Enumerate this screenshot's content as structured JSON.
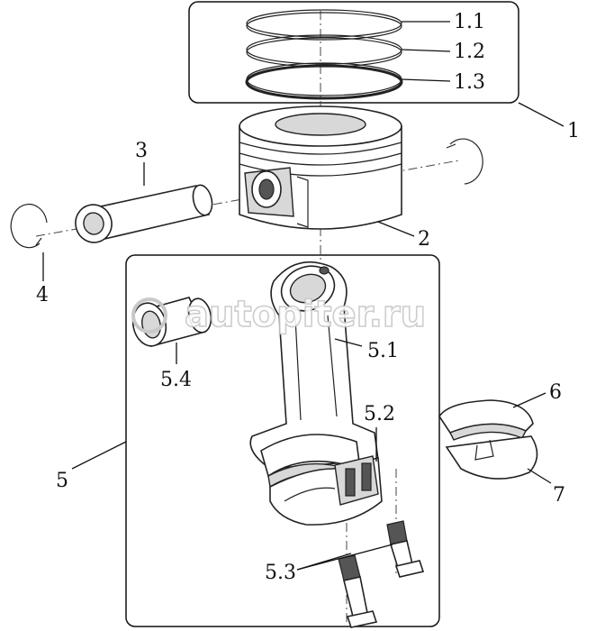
{
  "labels": {
    "l1_1": "1.1",
    "l1_2": "1.2",
    "l1_3": "1.3",
    "l1": "1",
    "l2": "2",
    "l3": "3",
    "l4": "4",
    "l5": "5",
    "l5_1": "5.1",
    "l5_2": "5.2",
    "l5_3": "5.3",
    "l5_4": "5.4",
    "l6": "6",
    "l7": "7"
  },
  "watermark": "autopiter.ru"
}
